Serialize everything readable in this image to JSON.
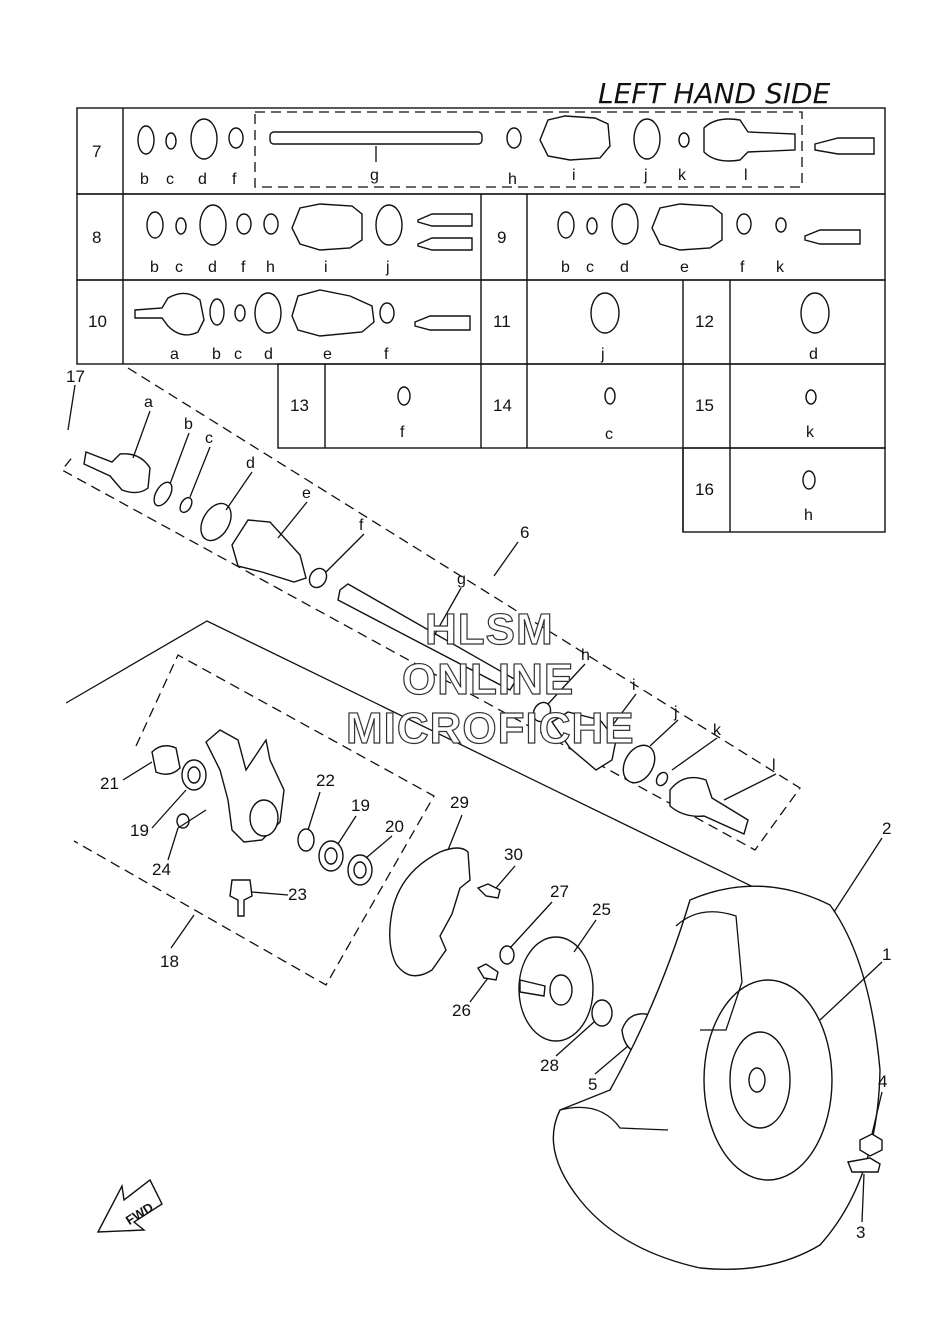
{
  "title": "LEFT HAND SIDE",
  "watermark": [
    "HLSM",
    "ONLINE",
    "MICROFICHE"
  ],
  "fwd_label": "FWD",
  "kit_table": [
    {
      "ref": "7",
      "letters": [
        "b",
        "c",
        "d",
        "f",
        "g",
        "h",
        "i",
        "j",
        "k",
        "l"
      ]
    },
    {
      "ref": "8",
      "letters": [
        "b",
        "c",
        "d",
        "f",
        "h",
        "i",
        "j"
      ]
    },
    {
      "ref": "9",
      "letters": [
        "b",
        "c",
        "d",
        "e",
        "f",
        "k"
      ]
    },
    {
      "ref": "10",
      "letters": [
        "a",
        "b",
        "c",
        "d",
        "e",
        "f"
      ]
    },
    {
      "ref": "11",
      "letters": [
        "j"
      ]
    },
    {
      "ref": "12",
      "letters": [
        "d"
      ]
    },
    {
      "ref": "13",
      "letters": [
        "f"
      ]
    },
    {
      "ref": "14",
      "letters": [
        "c"
      ]
    },
    {
      "ref": "15",
      "letters": [
        "k"
      ]
    },
    {
      "ref": "16",
      "letters": [
        "h"
      ]
    }
  ],
  "shaft_letters": [
    "a",
    "b",
    "c",
    "d",
    "e",
    "f",
    "g",
    "h",
    "i",
    "j",
    "k",
    "l"
  ],
  "callouts": [
    "1",
    "2",
    "3",
    "4",
    "5",
    "6",
    "17",
    "18",
    "19",
    "19",
    "20",
    "21",
    "22",
    "23",
    "24",
    "25",
    "26",
    "27",
    "28",
    "29",
    "30"
  ]
}
